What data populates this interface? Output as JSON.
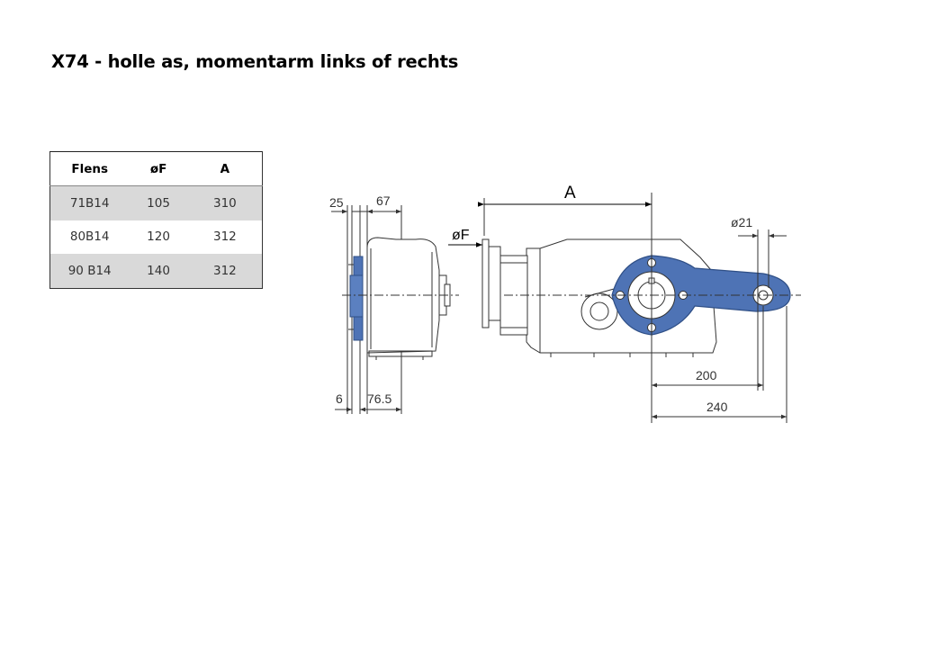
{
  "title": "X74 - holle as, momentarm links of rechts",
  "table": {
    "headers": [
      "Flens",
      "øF",
      "A"
    ],
    "rows": [
      [
        "71B14",
        "105",
        "310"
      ],
      [
        "80B14",
        "120",
        "312"
      ],
      [
        "90 B14",
        "140",
        "312"
      ]
    ]
  },
  "drawing": {
    "dims": {
      "d25": "25",
      "d67": "67",
      "d6": "6",
      "d76_5": "76.5",
      "dA": "A",
      "dF": "øF",
      "d21": "ø21",
      "d200": "200",
      "d240": "240"
    },
    "colors": {
      "accent_blue": "#4e73b5",
      "line": "#333333"
    }
  }
}
